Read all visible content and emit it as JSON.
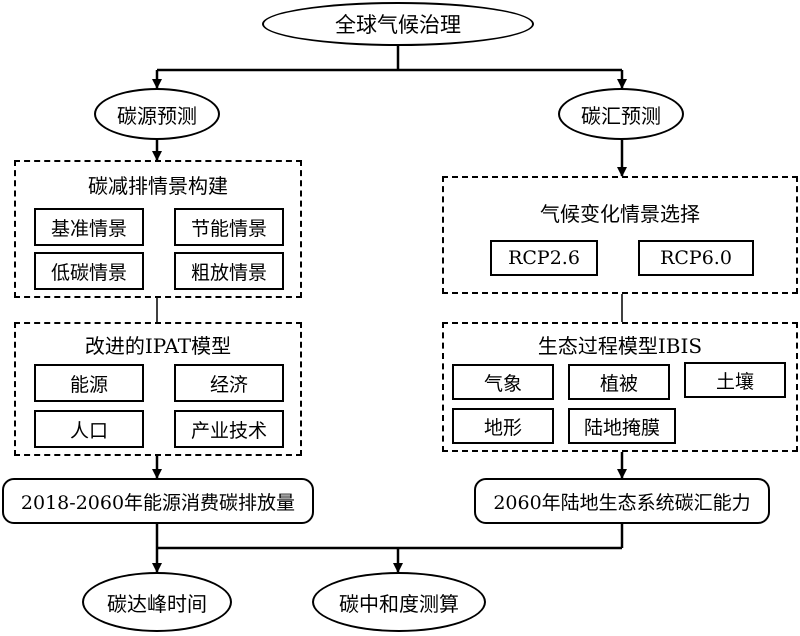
{
  "top": "全球气候治理",
  "left": {
    "ellipse": "碳源预测",
    "group1": {
      "title": "碳减排情景构建",
      "items": [
        "基准情景",
        "节能情景",
        "低碳情景",
        "粗放情景"
      ]
    },
    "group2": {
      "title": "改进的IPAT模型",
      "items": [
        "能源",
        "经济",
        "人口",
        "产业技术"
      ]
    },
    "result": "2018-2060年能源消费碳排放量"
  },
  "right": {
    "ellipse": "碳汇预测",
    "group1": {
      "title": "气候变化情景选择",
      "items": [
        "RCP2.6",
        "RCP6.0"
      ]
    },
    "group2": {
      "title": "生态过程模型IBIS",
      "items": [
        "气象",
        "植被",
        "土壤",
        "地形",
        "陆地掩膜"
      ]
    },
    "result": "2060年陆地生态系统碳汇能力"
  },
  "bottom": [
    "碳达峰时间",
    "碳中和度测算"
  ]
}
